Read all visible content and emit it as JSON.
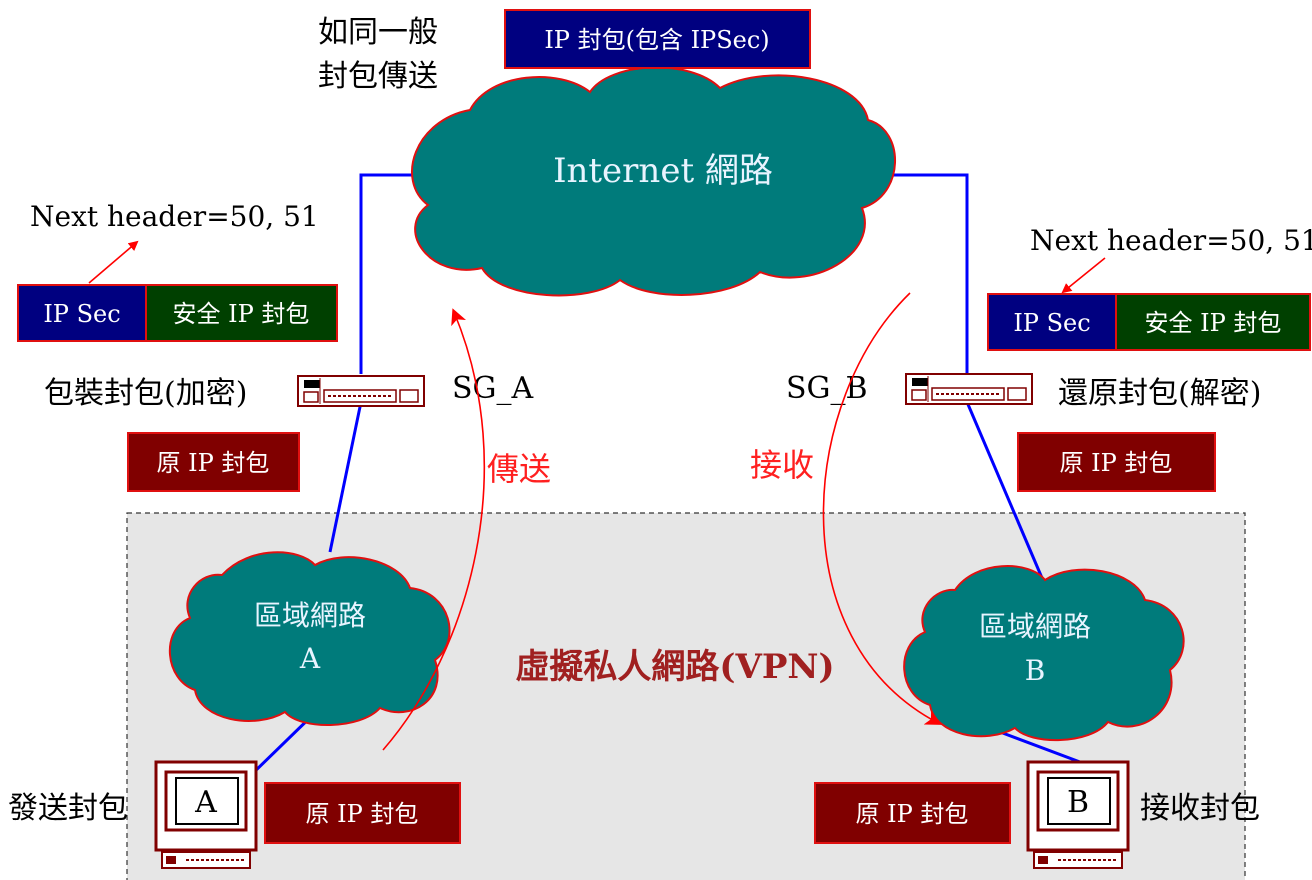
{
  "colors": {
    "cloud_fill": "#007b7b",
    "cloud_stroke": "#e01010",
    "navy_box": "#000080",
    "dark_green_box": "#004000",
    "dark_red_box": "#800000",
    "link_line": "#0000ff",
    "arrow": "#ff0000",
    "vpn_region": "#e6e6e6"
  },
  "top": {
    "normal_transfer_line1": "如同一般",
    "normal_transfer_line2": "封包傳送",
    "packet_box": "IP 封包(包含 IPSec)"
  },
  "internet": {
    "label": "Internet 網路"
  },
  "left": {
    "next_header": "Next header=50, 51",
    "ipsec": "IP Sec",
    "secure_packet": "安全 IP 封包",
    "encapsulate": "包裝封包(加密)",
    "gateway": "SG_A",
    "original_packet": "原 IP 封包",
    "direction": "傳送",
    "lan_line1": "區域網路",
    "lan_line2": "A",
    "pc_label": "A",
    "send_label": "發送封包",
    "pc_packet": "原 IP 封包"
  },
  "right": {
    "next_header": "Next header=50, 51",
    "ipsec": "IP Sec",
    "secure_packet": "安全 IP 封包",
    "decapsulate": "還原封包(解密)",
    "gateway": "SG_B",
    "original_packet": "原 IP 封包",
    "direction": "接收",
    "lan_line1": "區域網路",
    "lan_line2": "B",
    "pc_label": "B",
    "receive_label": "接收封包",
    "pc_packet": "原 IP 封包"
  },
  "vpn_label": "虛擬私人網路(VPN)",
  "icons": [
    "cloud-icon",
    "router-icon",
    "computer-icon",
    "arrow-icon"
  ]
}
